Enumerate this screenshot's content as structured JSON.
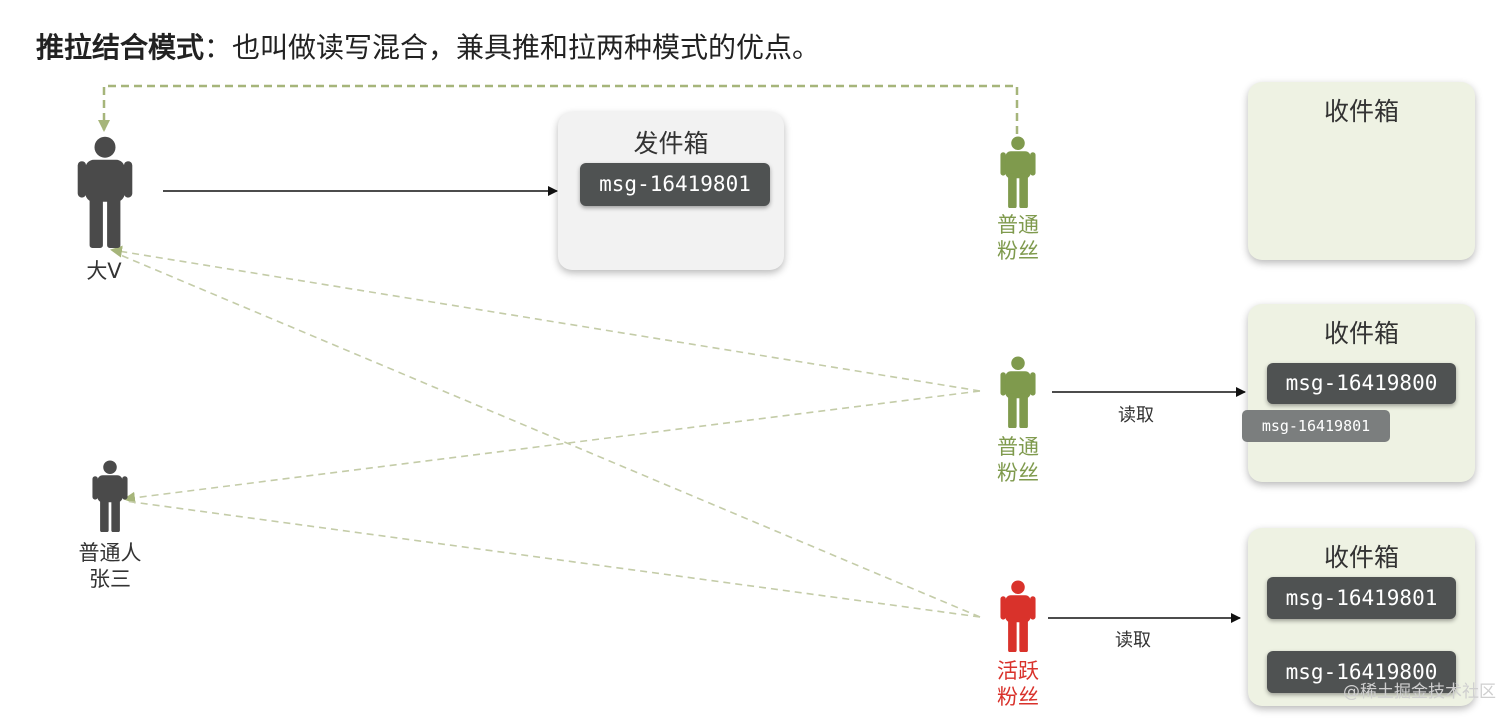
{
  "title": {
    "bold": "推拉结合模式",
    "rest": "：也叫做读写混合，兼具推和拉两种模式的优点。"
  },
  "big_v": {
    "label": "大V"
  },
  "zhangsan": {
    "label_line1": "普通人",
    "label_line2": "张三"
  },
  "fan_top": {
    "label_line1": "普通",
    "label_line2": "粉丝"
  },
  "fan_mid": {
    "label_line1": "普通",
    "label_line2": "粉丝"
  },
  "fan_active": {
    "label_line1": "活跃",
    "label_line2": "粉丝"
  },
  "outbox": {
    "title": "发件箱",
    "msg": "msg-16419801"
  },
  "inbox_top": {
    "title": "收件箱"
  },
  "inbox_mid": {
    "title": "收件箱",
    "msg": "msg-16419800",
    "floating_msg": "msg-16419801"
  },
  "inbox_bottom": {
    "title": "收件箱",
    "msgs": [
      "msg-16419801",
      "msg-16419800"
    ]
  },
  "read_mid": "读取",
  "read_bottom": "读取",
  "watermark": "@稀土掘金技术社区",
  "colors": {
    "dark": "#4a4a4a",
    "green": "#7f9a4d",
    "red": "#d9322b",
    "dashed": "#b9c49a"
  }
}
